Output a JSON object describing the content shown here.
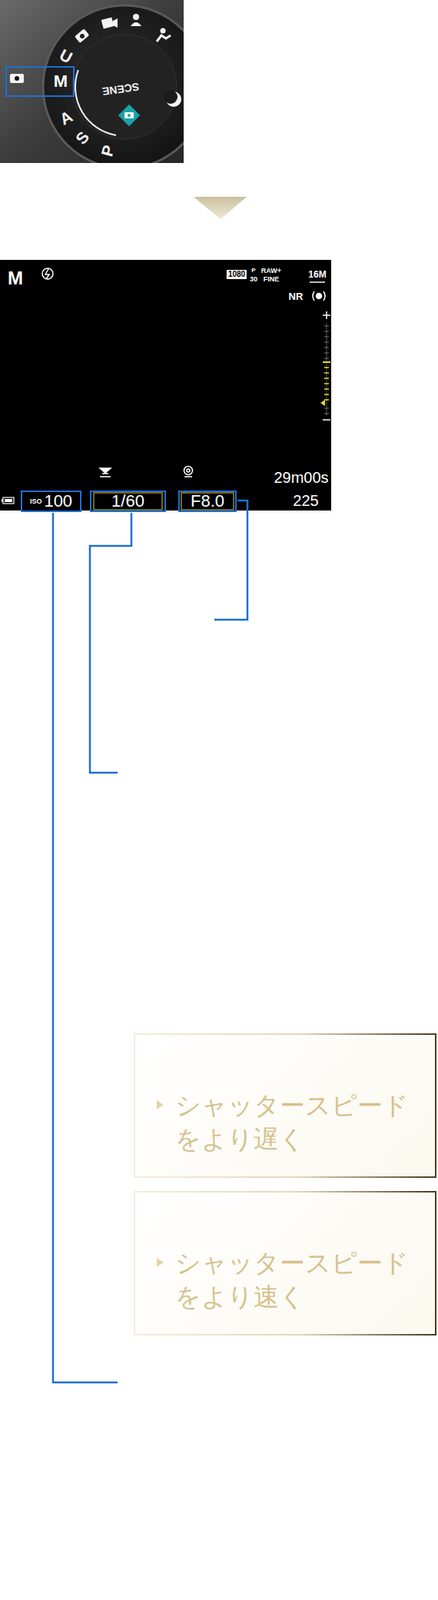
{
  "diagram": {
    "nodes": [
      {
        "text": [
          "M"
        ]
      },
      {
        "text": [
          "ISO",
          "100"
        ]
      },
      {
        "text": [
          "1/60"
        ]
      },
      {
        "text": [
          "F8.0"
        ]
      },
      {
        "text": [
          "シャッタースピード をより遅く"
        ]
      },
      {
        "text": [
          "シャッタースピード をより速く"
        ]
      }
    ],
    "labels": [
      "U",
      "A",
      "S",
      "P",
      "SCENE",
      "M",
      "1080",
      "P",
      "30",
      "RAW+",
      "FINE",
      "16M",
      "NR",
      "29m00s",
      "225"
    ]
  }
}
